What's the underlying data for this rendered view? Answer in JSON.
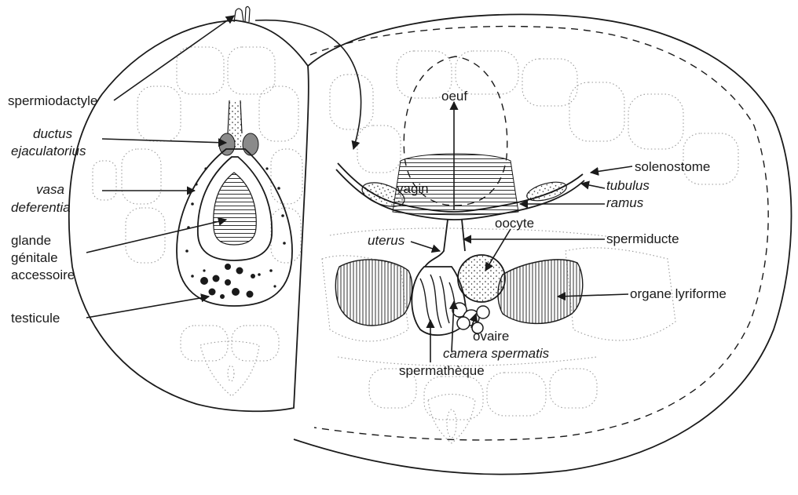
{
  "labels": {
    "spermiodactyle": "spermiodactyle",
    "ductus": "ductus",
    "ejaculatorius": "ejaculatorius",
    "vasa": "vasa",
    "deferentia": "deferentia",
    "glande": "glande",
    "genitale": "génitale",
    "accessoire": "accessoire",
    "testicule": "testicule",
    "oeuf": "oeuf",
    "vagin": "vagin",
    "solenostome": "solenostome",
    "tubulus": "tubulus",
    "ramus": "ramus",
    "oocyte": "oocyte",
    "uterus": "uterus",
    "spermiducte": "spermiducte",
    "organe_lyriforme": "organe lyriforme",
    "ovaire": "ovaire",
    "camera_spermatis": "camera spermatis",
    "spermatheque": "spermathèque"
  }
}
